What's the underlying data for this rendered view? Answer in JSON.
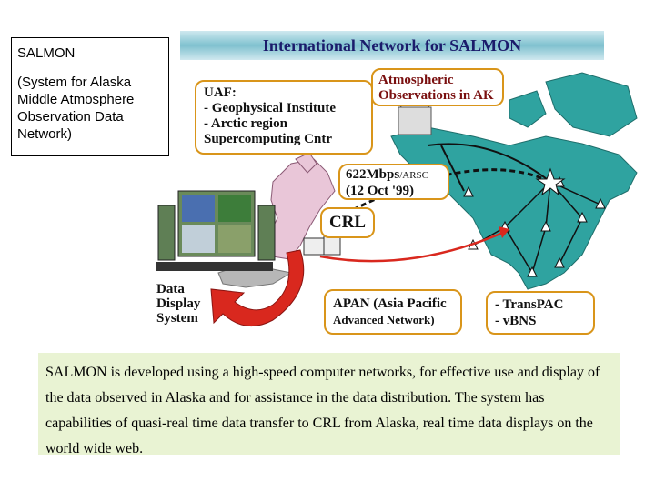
{
  "title_box": {
    "heading": "SALMON",
    "subheading": "(System for Alaska Middle Atmosphere Observation Data Network)"
  },
  "banner": {
    "title": "International Network for SALMON"
  },
  "callouts": {
    "uaf_title": "UAF:",
    "uaf_line1": "- Geophysical Institute",
    "uaf_line2": "- Arctic region",
    "uaf_line3": "Supercomputing Cntr",
    "atmo_line1": "Atmospheric",
    "atmo_line2": "Observations in AK",
    "rate_value": "622Mbps",
    "rate_suffix": "/ARSC",
    "rate_date": "(12 Oct '99)",
    "crl": "CRL",
    "apan_line1": "APAN (Asia Pacific",
    "apan_line2": "Advanced Network)",
    "trans_line1": "- TransPAC",
    "trans_line2": "- vBNS"
  },
  "data_display": {
    "line1": "Data",
    "line2": "Display",
    "line3": "System"
  },
  "description": "SALMON is developed using a high-speed computer networks, for effective use and display of the data observed in Alaska and for assistance in the data distribution. The system has capabilities of quasi-real time data transfer to CRL from Alaska, real time data displays on the world wide web.",
  "colors": {
    "land": "#2fa3a0",
    "japan": "#e9c6d8",
    "callout_border": "#d9951a",
    "arrow_red": "#d9281e",
    "desc_bg": "#e9f3d3"
  }
}
